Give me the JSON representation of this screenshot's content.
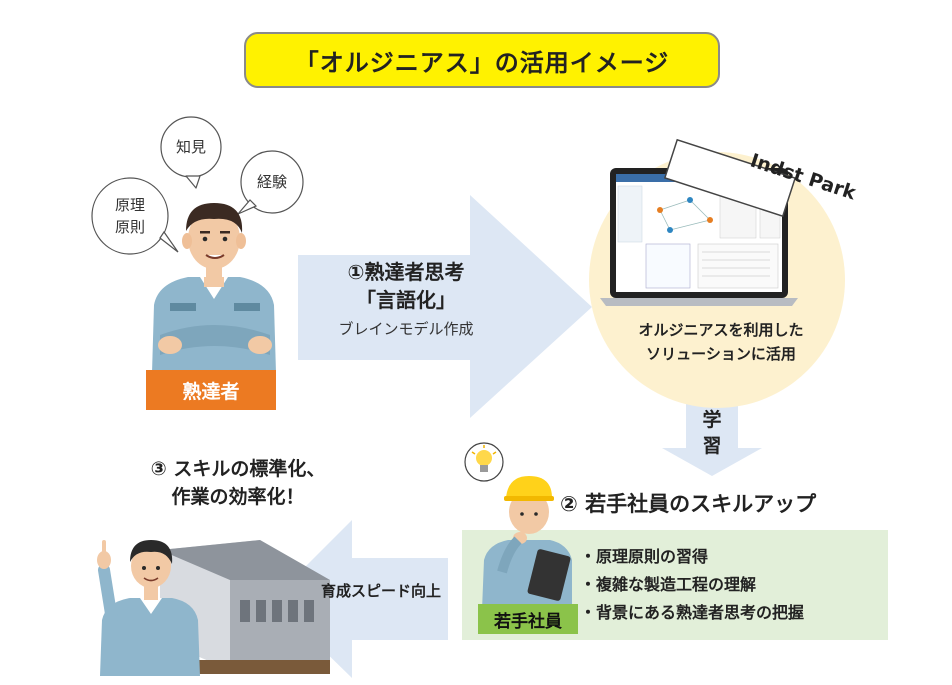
{
  "title": "「オルジニアス」の活用イメージ",
  "expert": {
    "bubbles": [
      "知見",
      "経験"
    ],
    "bubble_principle": [
      "原理",
      "原則"
    ],
    "label": "熟達者"
  },
  "step1": {
    "line1": "①熟達者思考",
    "line2": "「言語化」",
    "sub": "ブレインモデル作成"
  },
  "platform": {
    "badge": "Indst Park",
    "caption_line1": "オルジニアスを利用した",
    "caption_line2": "ソリューションに活用"
  },
  "learn": [
    "学",
    "習"
  ],
  "step2": {
    "title": "② 若手社員のスキルアップ",
    "bullets": [
      "・原理原則の習得",
      "・複雑な製造工程の理解",
      "・背景にある熟達者思考の把握"
    ],
    "label": "若手社員"
  },
  "step3": {
    "line1": "③ スキルの標準化、",
    "line2": "作業の効率化！"
  },
  "speed_label": "育成スピード向上",
  "colors": {
    "title_bg": "#fff200",
    "arrow": "#dde7f4",
    "orange": "#ec7a22",
    "green_panel": "#e2efd9",
    "green_label": "#8bc34a",
    "circle": "#fdf1cf",
    "uniform": "#8fb6cc"
  }
}
